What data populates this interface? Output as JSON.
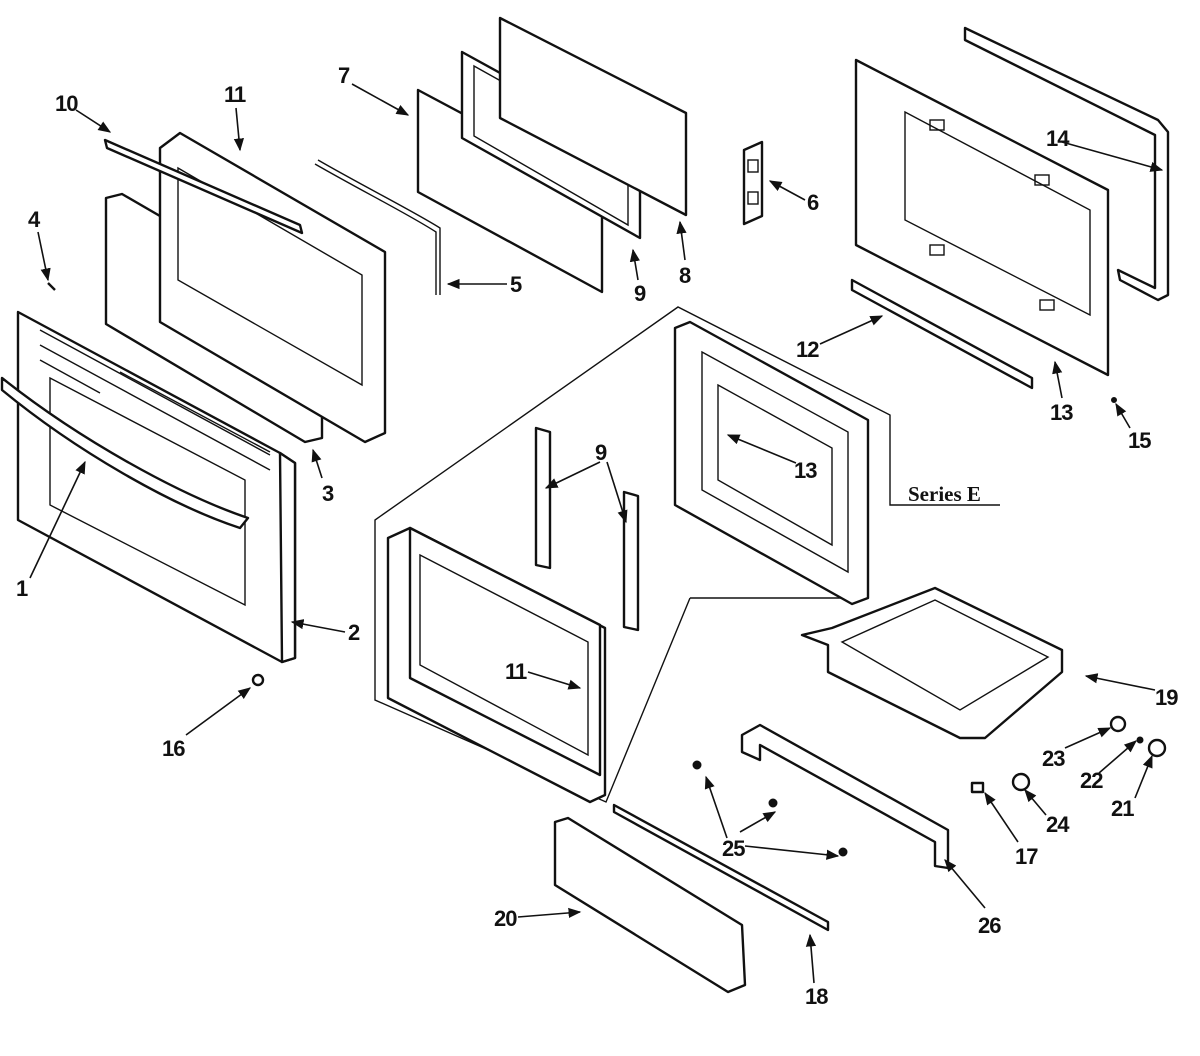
{
  "diagram": {
    "callouts": {
      "c1": "1",
      "c2": "2",
      "c3": "3",
      "c4": "4",
      "c5": "5",
      "c6": "6",
      "c7": "7",
      "c8": "8",
      "c9a": "9",
      "c9b": "9",
      "c10": "10",
      "c11a": "11",
      "c11b": "11",
      "c12": "12",
      "c13a": "13",
      "c13b": "13",
      "c14": "14",
      "c15": "15",
      "c16": "16",
      "c17": "17",
      "c18": "18",
      "c19": "19",
      "c20": "20",
      "c21": "21",
      "c22": "22",
      "c23": "23",
      "c24": "24",
      "c25": "25",
      "c26": "26"
    },
    "series_label": "Series E"
  }
}
